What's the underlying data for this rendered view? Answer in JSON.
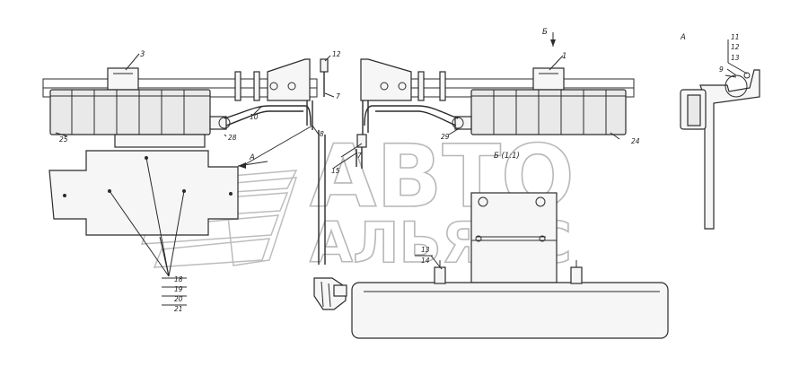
{
  "labels": {
    "l1": "1",
    "l3": "3",
    "l7a": "7",
    "l7b": "7",
    "l8": "8",
    "l9": "9",
    "l10": "10",
    "l11": "11",
    "l12a": "12",
    "l12b": "12",
    "l13a": "13",
    "l13b": "13",
    "l14": "14",
    "l15": "15",
    "l18": "18",
    "l19": "19",
    "l20": "20",
    "l21": "21",
    "l24": "24",
    "l25": "25",
    "l28": "28",
    "l29": "29"
  },
  "views": {
    "view_a_top": "А",
    "view_a_arrow": "А",
    "view_b_arrow": "Б",
    "view_b_title": "Б (1:1)"
  },
  "watermark": {
    "line1": "АВТО",
    "line2": "АЛЬЯНС"
  },
  "colors": {
    "line": "#2b2b2b",
    "fill": "#e9e9e9",
    "watermark": "#b8b8b8"
  }
}
